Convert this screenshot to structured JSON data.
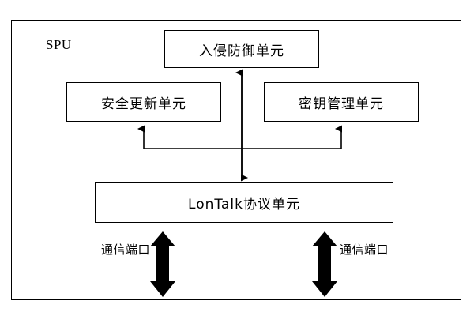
{
  "diagram": {
    "container_label": "SPU",
    "boxes": [
      {
        "id": "ips",
        "label": "入侵防御单元"
      },
      {
        "id": "secupdate",
        "label": "安全更新单元"
      },
      {
        "id": "keymgmt",
        "label": "密钥管理单元"
      },
      {
        "id": "lontalk",
        "label": "LonTalk协议单元"
      }
    ],
    "port_labels": [
      {
        "id": "port-left",
        "label": "通信端口"
      },
      {
        "id": "port-right",
        "label": "通信端口"
      }
    ],
    "colors": {
      "stroke": "#000000",
      "background": "#ffffff",
      "text": "#000000"
    }
  }
}
